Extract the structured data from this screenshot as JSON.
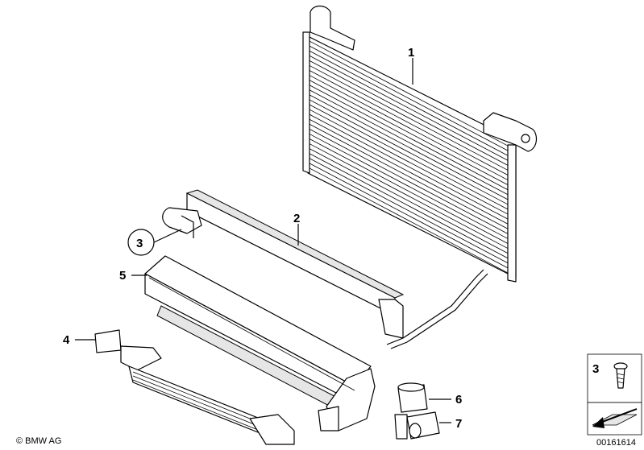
{
  "callouts": {
    "c1": "1",
    "c2": "2",
    "c3": "3",
    "c4": "4",
    "c5": "5",
    "c6": "6",
    "c7": "7",
    "legend_3": "3"
  },
  "footer": {
    "copyright": "© BMW AG",
    "diagram_number": "00161614"
  }
}
